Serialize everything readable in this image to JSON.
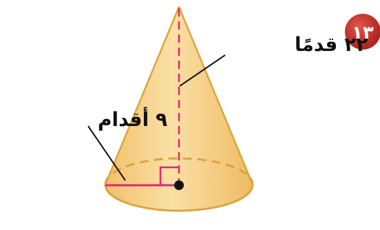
{
  "problem_number": "١٣",
  "height_label": "٢٢ قدمًا",
  "radius_label": "٩ أقدام",
  "colors": {
    "badge": "#c8302a",
    "cone_fill": "#f5cf80",
    "cone_outline": "#d9a441",
    "height_line": "#e0266e",
    "radius_line": "#e0266e",
    "leader": "#111111"
  }
}
